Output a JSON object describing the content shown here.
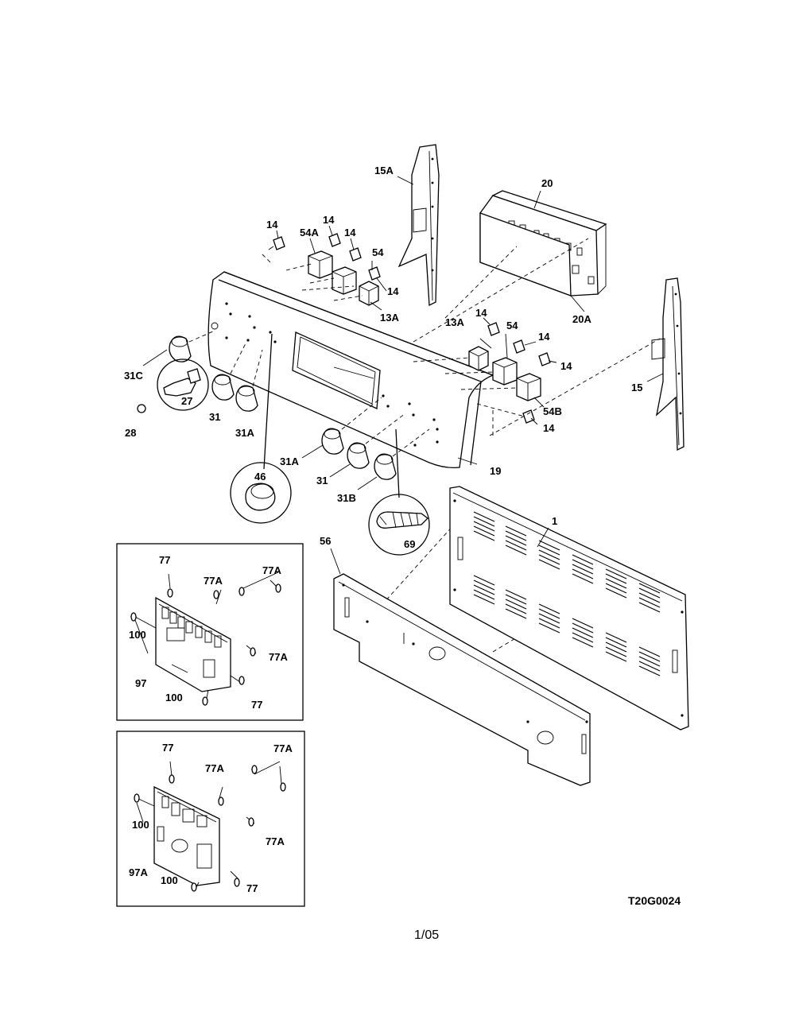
{
  "diagram_code": "T20G0024",
  "page_number": "1/05",
  "callouts": {
    "c15A": "15A",
    "c20": "20",
    "c20A": "20A",
    "c14a": "14",
    "c54Aa": "54A",
    "c14b": "14",
    "c14c": "14",
    "c54a": "54",
    "c14d": "14",
    "c13Aa": "13A",
    "c13Ab": "13A",
    "c14e": "14",
    "c54b": "54",
    "c14f": "14",
    "c14g": "14",
    "c15": "15",
    "c54B": "54B",
    "c14h": "14",
    "c31C": "31C",
    "c27": "27",
    "c28": "28",
    "c31a": "31",
    "c31Aa": "31A",
    "c46": "46",
    "c31Ab": "31A",
    "c31b": "31",
    "c31B": "31B",
    "c19": "19",
    "c69": "69",
    "c1": "1",
    "c56": "56"
  },
  "inset1": {
    "l77a": "77",
    "l77Aa": "77A",
    "l77Ab": "77A",
    "l100a": "100",
    "l77Ac": "77A",
    "l97": "97",
    "l100b": "100",
    "l77b": "77"
  },
  "inset2": {
    "l77a": "77",
    "l77Aa": "77A",
    "l77Ab": "77A",
    "l100a": "100",
    "l77Ac": "77A",
    "l97A": "97A",
    "l100b": "100",
    "l77b": "77"
  }
}
